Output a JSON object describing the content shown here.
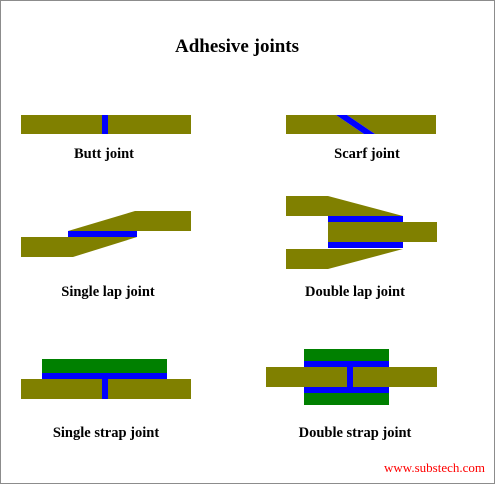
{
  "title": "Adhesive joints",
  "joints": [
    {
      "label": "Butt joint"
    },
    {
      "label": "Scarf joint"
    },
    {
      "label": "Single lap joint"
    },
    {
      "label": "Double lap joint"
    },
    {
      "label": "Single strap joint"
    },
    {
      "label": "Double strap joint"
    }
  ],
  "source": "www.substech.com",
  "colors": {
    "adherend": "#808000",
    "adhesive": "#0000ff",
    "strap": "#008000",
    "source_text": "#ff0000",
    "frame": "#8c8c8c"
  }
}
